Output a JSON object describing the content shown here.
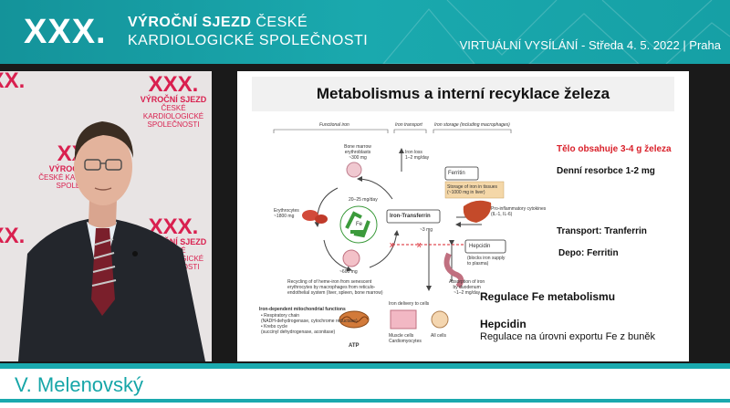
{
  "header": {
    "logo_xxx": "XXX.",
    "logo_line1_bold": "VÝROČNÍ SJEZD",
    "logo_line1_rest": "ČESKÉ",
    "logo_line2": "KARDIOLOGICKÉ SPOLEČNOSTI",
    "broadcast": "VIRTUÁLNÍ VYSÍLÁNÍ  - Středa 4. 5. 2022 | Praha"
  },
  "backdrop": {
    "xxx": "XXX.",
    "line1": "VÝROČNÍ SJEZD",
    "line2": "ČESKÉ KARDIOLOGICKÉ",
    "line3": "SPOLEČNOSTI"
  },
  "slide": {
    "title": "Metabolismus a interní recyklace železa",
    "col_functional": "Functional iron",
    "col_transport": "Iron transport",
    "col_storage": "Iron storage",
    "col_storage_note": "(including macrophages)",
    "marrow": [
      "Bone marrow",
      "erythroblasts",
      "~300 mg"
    ],
    "iron_loss": [
      "Iron loss",
      "1–2 mg/day"
    ],
    "ferritin": "Ferritin",
    "ferritin_note": [
      "Storage of iron in tissues",
      "(~1000 mg in liver)"
    ],
    "erythrocytes": [
      "Erythrocytes",
      "~1800 mg"
    ],
    "flow": "20–25 mg/day",
    "fe": "Fe",
    "iron_transferrin": "Iron-Transferrin",
    "approx_3mg": "~3 mg",
    "cytokines": [
      "Pro-inflammatory cytokines",
      "(IL-1, IL-6)"
    ],
    "hepcidin_box": "Hepcidin",
    "hepcidin_note": [
      "(blocks iron supply",
      "to plasma)"
    ],
    "macrophage": "~600 mg",
    "recycling": [
      "Recycling of of heme-iron from senescent",
      "erythrocytes by macrophages from reticulo-",
      "endothelial system (liver, spleen, bone marrow)"
    ],
    "absorption": [
      "Absorption of iron",
      "by duodenum",
      "~1–2 mg/day"
    ],
    "delivery": "Iron delivery to cells",
    "mito_title": "Iron-dependent mitochondrial functions",
    "mito_items": [
      "• Respiratory chain",
      "(NADH-dehydrogenase, cytochrome reductase)",
      "• Krebs cycle",
      "(succinyl dehydrogenase, aconitase)"
    ],
    "atp": "ATP",
    "muscle": [
      "Muscle cells",
      "Cardiomyocytes"
    ],
    "all_cells": "All cells",
    "red_text": "Tělo obsahuje 3-4 g železa",
    "resorption": "Denní resorbce 1-2 mg",
    "transport": "Transport: Tranferrin",
    "depot": "Depo: Ferritin",
    "regulation": "Regulace Fe metabolismu",
    "hepcidin_big": "Hepcidin",
    "hepcidin_desc": "Regulace na úrovni exportu Fe z buněk"
  },
  "speaker": {
    "name": "V. Melenovský"
  },
  "colors": {
    "teal": "#1aa9ae",
    "brand_red": "#d9204f"
  }
}
